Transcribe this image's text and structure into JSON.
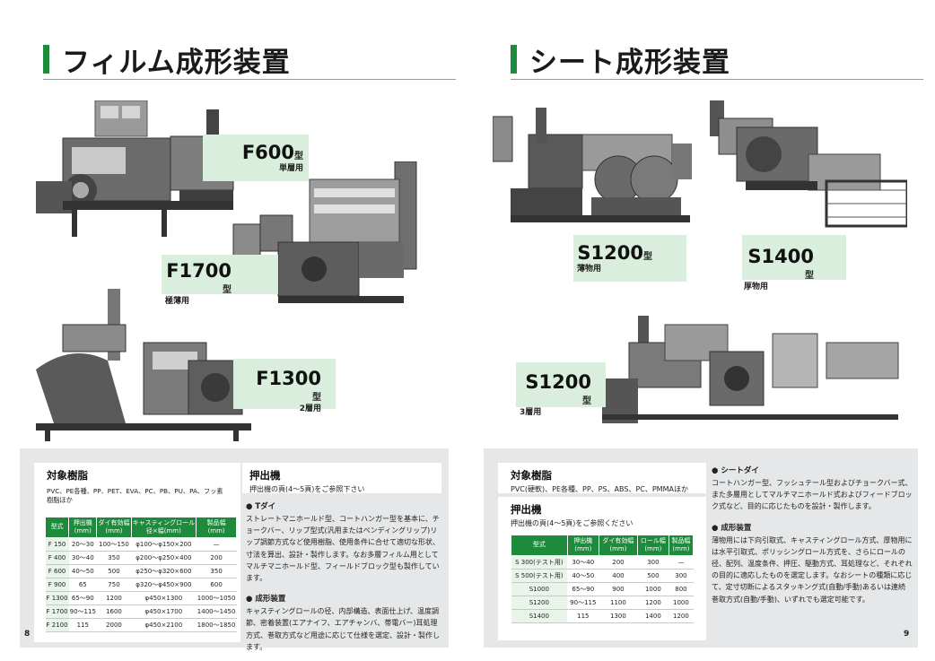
{
  "left": {
    "title": "フィルム成形装置",
    "machines": [
      {
        "model": "F600",
        "kata": "型",
        "sub": "単層用"
      },
      {
        "model": "F1700",
        "kata": "型",
        "sub": "極薄用"
      },
      {
        "model": "F1300",
        "kata": "型",
        "sub": "2層用"
      }
    ],
    "resin_title": "対象樹脂",
    "resin_text": "PVC、PE各種、PP、PET、EVA、PC、PB、PU、PA、フッ素樹脂ほか",
    "extruder_title": "押出機",
    "extruder_text": "押出機の頁(4〜5頁)をご参照下さい",
    "table": {
      "headers": [
        [
          "型式"
        ],
        [
          "押出機",
          "(mm)"
        ],
        [
          "ダイ有効幅",
          "(mm)"
        ],
        [
          "キャスティングロール",
          "径×幅(mm)"
        ],
        [
          "製品幅",
          "(mm)"
        ]
      ],
      "rows": [
        [
          "F 150",
          "20〜30",
          "100〜150",
          "φ100〜φ150×200",
          "—"
        ],
        [
          "F 400",
          "30〜40",
          "350",
          "φ200〜φ250×400",
          "200"
        ],
        [
          "F 600",
          "40〜50",
          "500",
          "φ250〜φ320×600",
          "350"
        ],
        [
          "F 900",
          "65",
          "750",
          "φ320〜φ450×900",
          "600"
        ],
        [
          "F 1300",
          "65〜90",
          "1200",
          "φ450×1300",
          "1000〜1050"
        ],
        [
          "F 1700",
          "90〜115",
          "1600",
          "φ450×1700",
          "1400〜1450"
        ],
        [
          "F 2100",
          "115",
          "2000",
          "φ450×2100",
          "1800〜1850"
        ]
      ]
    },
    "desc": [
      {
        "head": "● Tダイ",
        "text": "ストレートマニホールド型、コートハンガー型を基本に、チョークバー、リップ型式(汎用またはベンディングリップ)リップ調節方式など使用樹脂、使用条件に合せて適切な形状、寸法を算出、設計・製作します。なお多層フィルム用としてマルチマニホールド型、フィールドブロック型も製作しています。"
      },
      {
        "head": "● 成形装置",
        "text": "キャスティングロールの径、内部構造、表面仕上げ、温度調節、密着装置(エアナイフ、エアチャンバ、帯電バー)耳処理方式、巻取方式など用途に応じて仕様を選定、設計・製作します。"
      }
    ],
    "page_number": "8"
  },
  "right": {
    "title": "シート成形装置",
    "machines": [
      {
        "model": "S1200",
        "kata": "型",
        "sub": "薄物用"
      },
      {
        "model": "S1400",
        "kata": "型",
        "sub": "厚物用"
      },
      {
        "model": "S1200",
        "kata": "型",
        "sub": "3層用"
      }
    ],
    "resin_title": "対象樹脂",
    "resin_text": "PVC(硬軟)、PE各種、PP、PS、ABS、PC、PMMAほか",
    "extruder_title": "押出機",
    "extruder_text": "押出機の頁(4〜5頁)をご参照ください",
    "table": {
      "headers": [
        [
          "型式"
        ],
        [
          "押出機",
          "(mm)"
        ],
        [
          "ダイ有効幅",
          "(mm)"
        ],
        [
          "ロール幅",
          "(mm)"
        ],
        [
          "製品幅",
          "(mm)"
        ]
      ],
      "rows": [
        [
          "S 300(テスト用)",
          "30〜40",
          "200",
          "300",
          "—"
        ],
        [
          "S 500(テスト用)",
          "40〜50",
          "400",
          "500",
          "300"
        ],
        [
          "S1000",
          "65〜90",
          "900",
          "1000",
          "800"
        ],
        [
          "S1200",
          "90〜115",
          "1100",
          "1200",
          "1000"
        ],
        [
          "S1400",
          "115",
          "1300",
          "1400",
          "1200"
        ]
      ]
    },
    "desc": [
      {
        "head": "● シートダイ",
        "text": "コートハンガー型、フッシュテール型およびチョークバー式、また多層用としてマルチマニホールド式およびフィードブロック式など、目的に応じたものを設計・製作します。"
      },
      {
        "head": "● 成形装置",
        "text": "薄物用には下向引取式、キャスティングロール方式、厚物用には水平引取式、ポリッシングロール方式を、さらにロールの径、配列、温度条件、押圧、駆動方式、耳処理など、それぞれの目的に適応したものを選定します。なおシートの種類に応じて、定寸切断によるスタッキング式(自動/手動)あるいは連続巻取方式(自動/手動)、いずれでも選定可能です。"
      }
    ],
    "page_number": "9"
  },
  "colors": {
    "accent": "#1e8a3c",
    "label_bg": "#d9eedd",
    "panel_bg": "#e6e7e8"
  }
}
